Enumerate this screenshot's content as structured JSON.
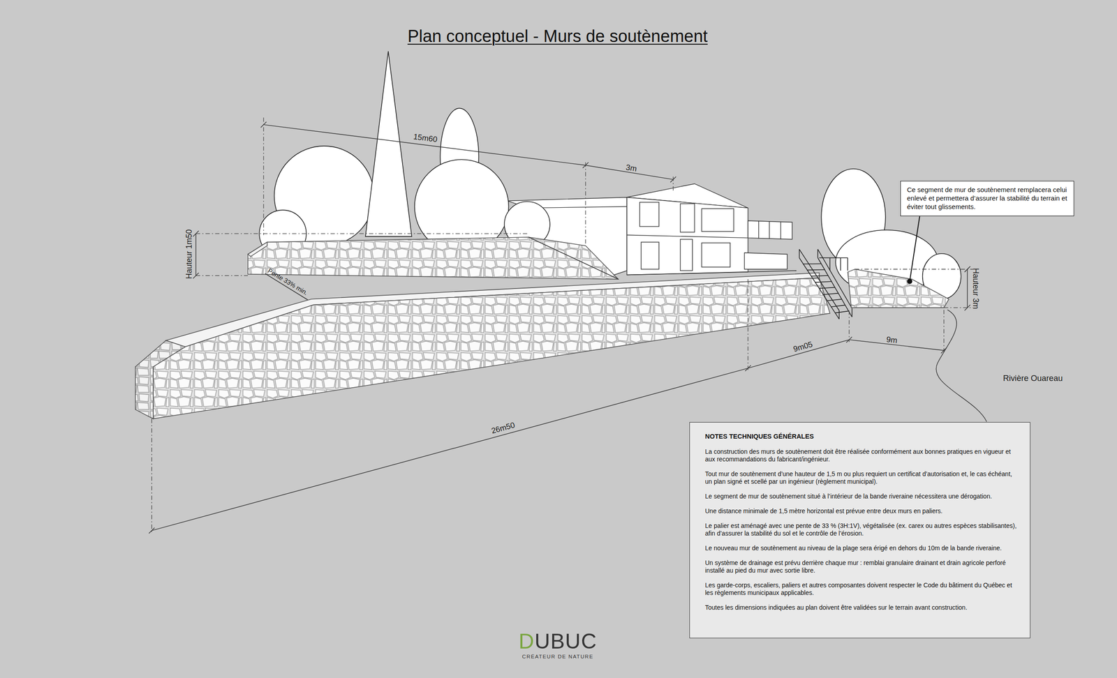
{
  "diagram": {
    "title": "Plan conceptuel - Murs de soutènement",
    "nodes": [
      {
        "text": [
          "Ce segment de mur de soutènement remplacera celui enlevé et permettera d’assurer la stabilité du terrain et éviter tout glissements."
        ]
      },
      {
        "text": [
          "NOTES TECHNIQUES GÉNÉRALES",
          "La construction des murs de soutènement doit être réalisée conformément aux bonnes pratiques en vigueur et aux recommandations du fabricant/ingénieur.",
          "Tout mur de soutènement d’une hauteur de 1,5 m ou plus requiert un certificat d’autorisation et, le cas échéant, un plan signé et scellé par un ingénieur (règlement municipal).",
          "Le segment de mur de soutènement situé à l’intérieur de la bande riveraine nécessitera une dérogation.",
          "Une distance minimale de 1,5 mètre horizontal est prévue entre deux murs en paliers.",
          "Le palier est aménagé avec une pente de 33 % (3H:1V), végétalisée (ex. carex ou autres espèces stabilisantes), afin d’assurer la stabilité du sol et le contrôle de l’érosion.",
          "Le nouveau mur de soutènement au niveau de la plage sera érigé en dehors du 10m de la bande riveraine.",
          "Un système de drainage est prévu derrière chaque mur : remblai granulaire drainant et drain agricole perforé installé au pied du mur avec sortie libre.",
          "Les garde-corps, escaliers, paliers et autres composantes doivent respecter le Code du bâtiment du Québec et les règlements municipaux applicables.",
          "Toutes les dimensions indiquées au plan doivent être validées sur le terrain avant construction."
        ]
      }
    ],
    "labels": [
      "15m60",
      "3m",
      "Hauteur 1m50",
      "Pente 33% min.",
      "Hauteur 3m",
      "9m05",
      "9m",
      "26m50",
      "Rivière Ouareau",
      "DUBUC",
      "CRÉATEUR DE NATURE"
    ]
  }
}
